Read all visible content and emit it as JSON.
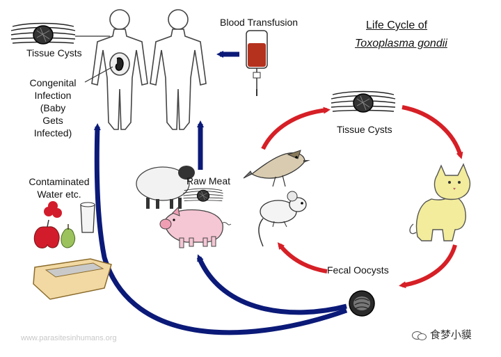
{
  "title": {
    "line1": "Life Cycle of",
    "line2": "Toxoplasma gondii"
  },
  "labels": {
    "tissue_cysts_left": "Tissue Cysts",
    "tissue_cysts_right": "Tissue Cysts",
    "congenital": [
      "Congenital",
      "Infection",
      "(Baby",
      "Gets",
      "Infected)"
    ],
    "blood_transfusion": "Blood Transfusion",
    "contaminated": [
      "Contaminated",
      "Water etc."
    ],
    "raw_meat": "Raw Meat",
    "fecal_oocysts": "Fecal Oocysts"
  },
  "watermark": "www.parasitesinhumans.org",
  "brand": {
    "name": "食梦小貘",
    "icon": "wechat-icon"
  },
  "colors": {
    "transmission_arrow": "#0b1a78",
    "cycle_arrow": "#d61f26",
    "blood": "#b5321f"
  }
}
